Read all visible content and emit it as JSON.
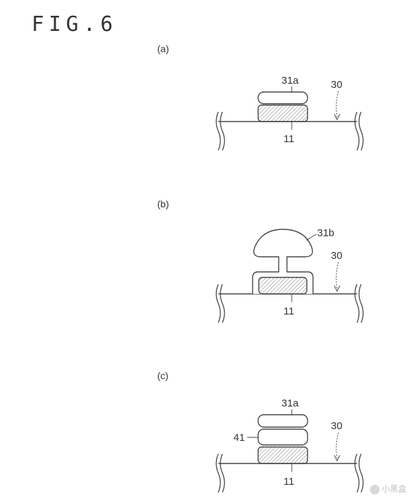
{
  "figure": {
    "title": "FIG.6",
    "panels": [
      {
        "label": "(a)",
        "refs": [
          "31a",
          "30",
          "11"
        ]
      },
      {
        "label": "(b)",
        "refs": [
          "31b",
          "30",
          "11"
        ]
      },
      {
        "label": "(c)",
        "refs": [
          "31a",
          "41",
          "30",
          "11"
        ]
      }
    ]
  },
  "watermark": {
    "text": "小黑盒",
    "logo": "watermark-logo-icon"
  },
  "colors": {
    "line": "#444444",
    "background": "#ffffff"
  }
}
